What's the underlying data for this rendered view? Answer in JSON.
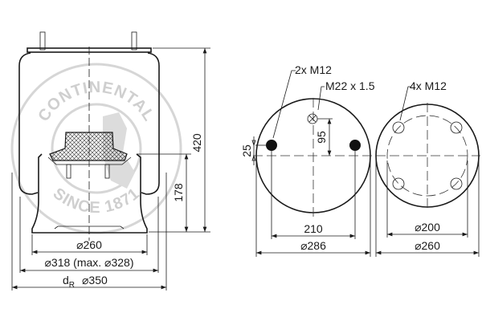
{
  "watermark": {
    "top": "CONTINENTAL",
    "bottom": "SINCE 1871",
    "color": "#cfcfcf"
  },
  "side_view": {
    "height_total": "420",
    "height_piston": "178",
    "dia_piston": "⌀260",
    "dia_bellows": "⌀318 (max. ⌀328)",
    "dr_label": "d",
    "dr_sub": "R",
    "dia_dr": "⌀350"
  },
  "top_plate_view": {
    "stud_label": "2x M12",
    "air_label": "M22 x 1.5",
    "offset_25": "25",
    "offset_95": "95",
    "stud_spacing": "210",
    "dia": "⌀286"
  },
  "piston_view": {
    "hole_label": "4x M12",
    "bolt_circle": "⌀200",
    "dia": "⌀260"
  }
}
